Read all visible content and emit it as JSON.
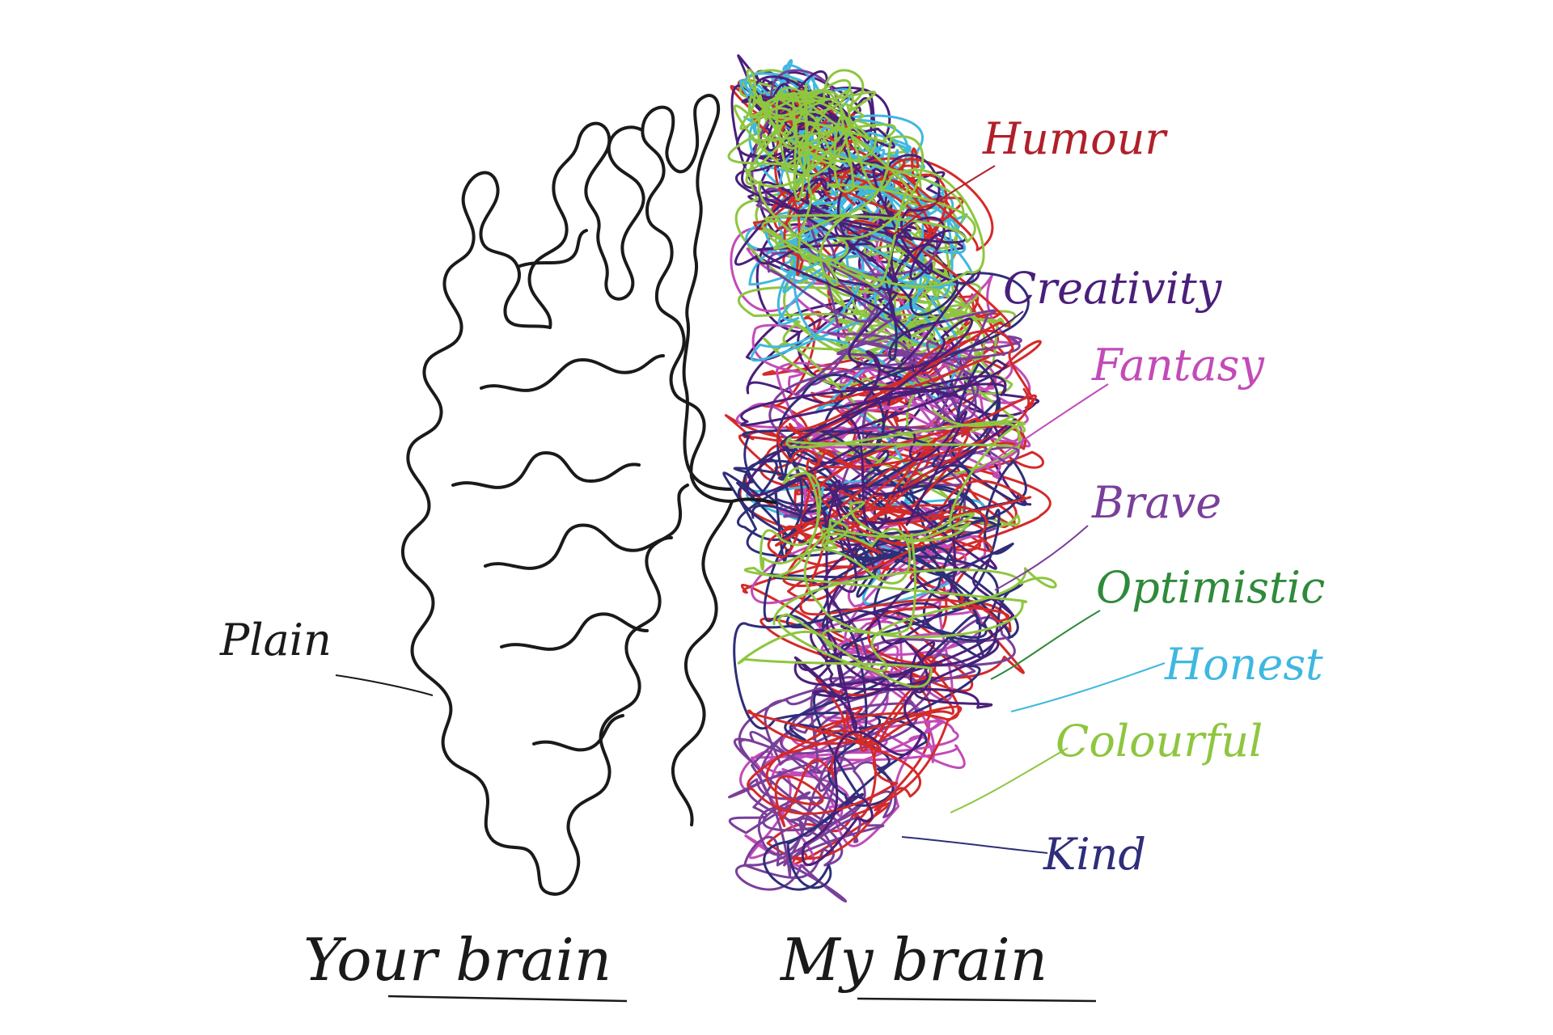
{
  "colors": {
    "ink": "#1a1a1a",
    "red": "#d42a2a",
    "purple": "#4a1f7a",
    "magenta": "#c24bb8",
    "violet": "#7a3f9a",
    "green": "#8ec63f",
    "dark_green": "#2f8a3a",
    "cyan": "#3fb8e0",
    "navy": "#2e2e7a"
  },
  "left_labels": {
    "plain": "Plain"
  },
  "right_labels": [
    {
      "key": "humour",
      "text": "Humour",
      "color": "#b0202a"
    },
    {
      "key": "creativity",
      "text": "Creativity",
      "color": "#4a1f7a"
    },
    {
      "key": "fantasy",
      "text": "Fantasy",
      "color": "#c24bb8"
    },
    {
      "key": "brave",
      "text": "Brave",
      "color": "#7a3f9a"
    },
    {
      "key": "optimistic",
      "text": "Optimistic",
      "color": "#2f8a3a"
    },
    {
      "key": "honest",
      "text": "Honest",
      "color": "#3fb8e0"
    },
    {
      "key": "colourful",
      "text": "Colourful",
      "color": "#8ec63f"
    },
    {
      "key": "kind",
      "text": "Kind",
      "color": "#2e2e7a"
    }
  ],
  "captions": {
    "your_brain": "Your brain",
    "my_brain": "My brain"
  }
}
